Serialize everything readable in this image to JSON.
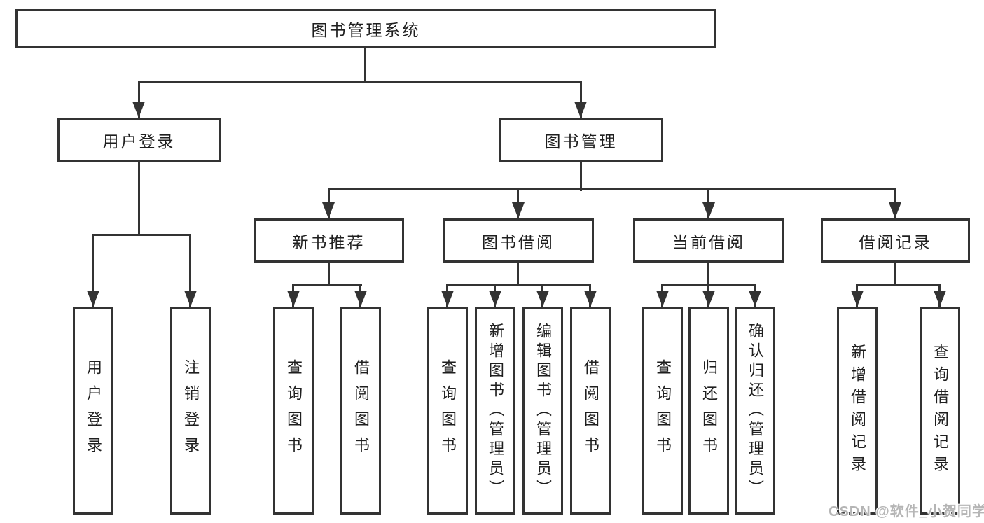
{
  "diagram": {
    "title": "图书管理系统",
    "root": "图书管理系统",
    "branches": [
      {
        "label": "用户登录",
        "children": [
          "用户登录",
          "注销登录"
        ]
      },
      {
        "label": "图书管理",
        "groups": [
          {
            "label": "新书推荐",
            "children": [
              "查询图书",
              "借阅图书"
            ]
          },
          {
            "label": "图书借阅",
            "children": [
              "查询图书",
              "新增图书（管理员）",
              "编辑图书（管理员）",
              "借阅图书"
            ]
          },
          {
            "label": "当前借阅",
            "children": [
              "查询图书",
              "归还图书",
              "确认归还（管理员）"
            ]
          },
          {
            "label": "借阅记录",
            "children": [
              "新增借阅记录",
              "查询借阅记录"
            ]
          }
        ]
      }
    ]
  },
  "colors": {
    "line": "#333333",
    "text": "#1f1f1f",
    "background": "#ffffff",
    "watermark": "#b5b5b5"
  },
  "watermark": "CSDN @软件_小贺同学"
}
